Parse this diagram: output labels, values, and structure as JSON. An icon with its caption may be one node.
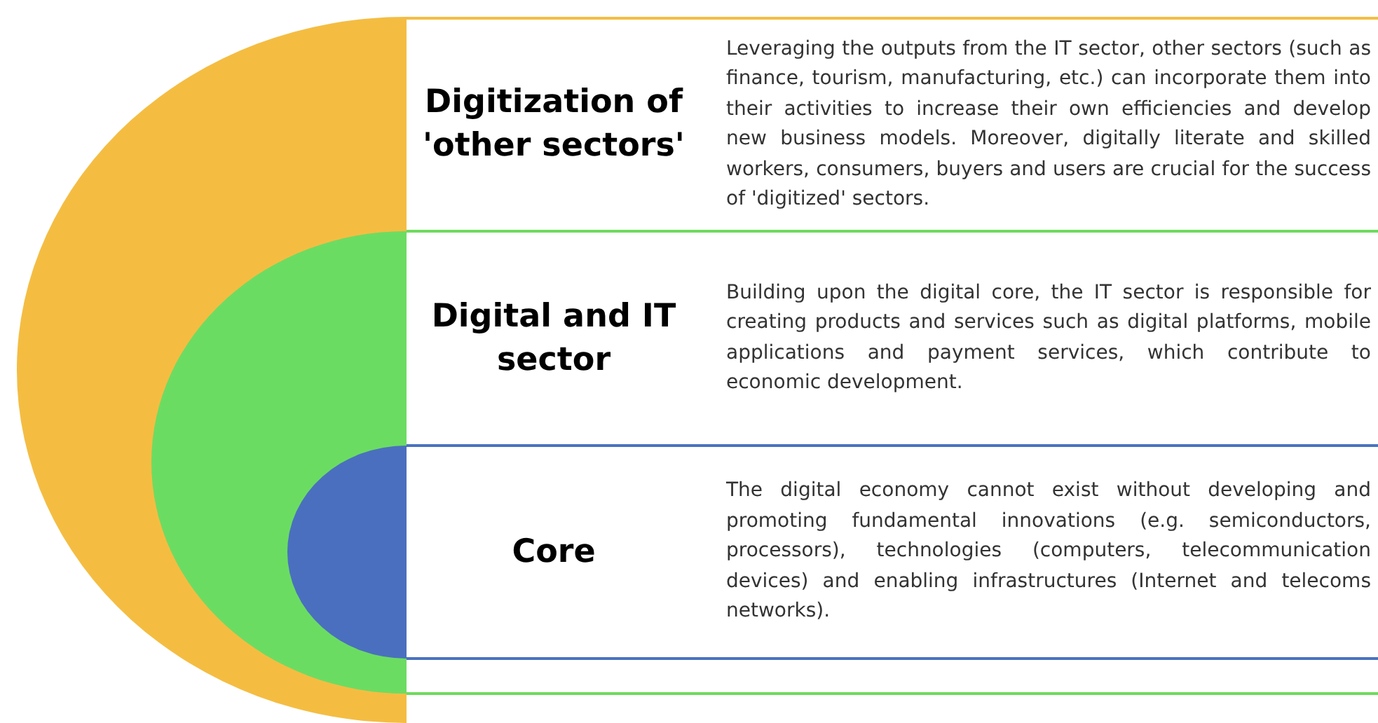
{
  "diagram": {
    "nodes": [
      {
        "text": [
          "Digitization of 'other sectors'",
          "Leveraging the outputs from the IT sector, other sectors (such as finance, tourism, manufacturing, etc.) can incorporate them into their activities to increase their own efficiencies and develop new business models. Moreover, digitally literate and skilled workers, consumers, buyers and users are crucial for the success of 'digitized' sectors."
        ]
      },
      {
        "text": [
          "Digital and IT sector",
          "Building upon the digital core, the IT sector is responsible for creating products and services such as digital platforms, mobile applications and payment services, which contribute to economic development."
        ]
      },
      {
        "text": [
          "Core",
          "The digital economy cannot exist without developing and promoting fundamental innovations (e.g. semiconductors, processors), technologies (computers, telecommunication devices) and enabling infrastructures (Internet and telecoms networks)."
        ]
      }
    ]
  }
}
